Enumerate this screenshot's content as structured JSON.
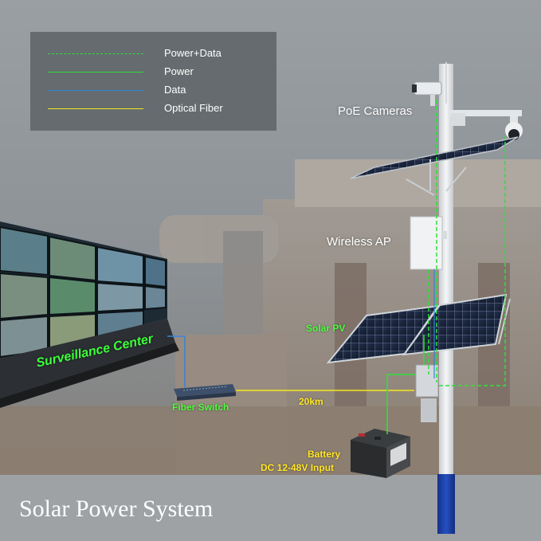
{
  "legend": {
    "items": [
      {
        "label": "Power+Data",
        "color": "#2fe03a",
        "style": "dashed"
      },
      {
        "label": "Power",
        "color": "#2fe03a",
        "style": "solid"
      },
      {
        "label": "Data",
        "color": "#2f86d9",
        "style": "solid"
      },
      {
        "label": "Optical Fiber",
        "color": "#f5e81e",
        "style": "solid"
      }
    ]
  },
  "labels": {
    "poe_cameras": "PoE Cameras",
    "wireless_ap": "Wireless AP",
    "solar_pv": "Solar PV",
    "surveillance_center": "Surveillance Center",
    "fiber_switch": "Fiber Switch",
    "distance": "20km",
    "battery": "Battery",
    "battery_input": "DC 12-48V Input"
  },
  "footer": {
    "title": "Solar Power System"
  },
  "colors": {
    "power_data": "#2fe03a",
    "power": "#2fe03a",
    "data": "#2f86d9",
    "fiber": "#f5e81e",
    "pole_top": "#e9ecee",
    "pole_bottom": "#1d3f9c"
  }
}
